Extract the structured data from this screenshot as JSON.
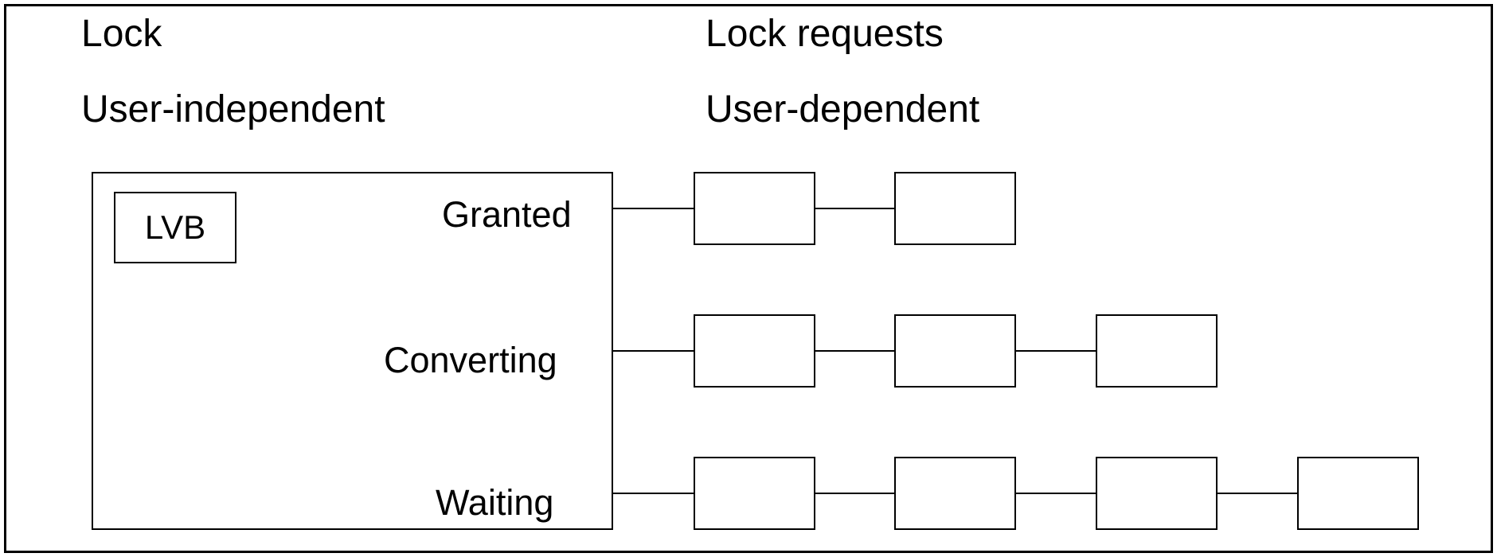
{
  "page": {
    "background_color": "#ffffff",
    "line_color": "#000000",
    "text_color": "#000000"
  },
  "headings": {
    "left": {
      "line1": "Lock",
      "line2": "User-independent"
    },
    "right": {
      "line1": "Lock requests",
      "line2": "User-dependent"
    }
  },
  "lock_structure": {
    "lvb_label": "LVB",
    "queues": [
      {
        "label": "Granted",
        "request_count": 2
      },
      {
        "label": "Converting",
        "request_count": 3
      },
      {
        "label": "Waiting",
        "request_count": 4
      }
    ]
  }
}
